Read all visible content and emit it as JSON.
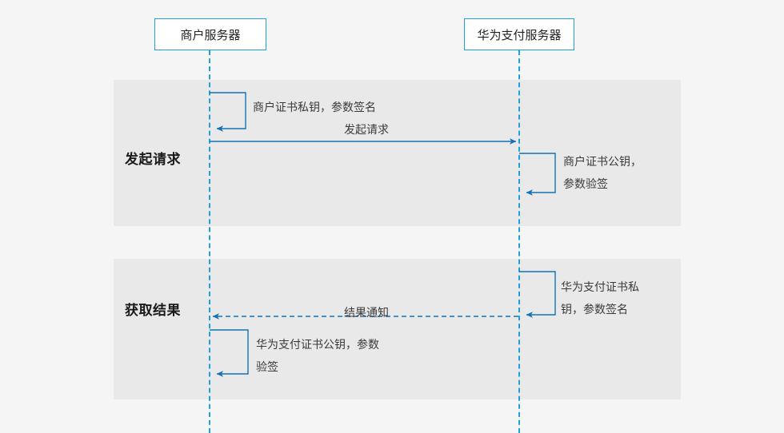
{
  "diagram": {
    "type": "sequence-diagram",
    "colors": {
      "accent": "#1ba1dc",
      "arrow": "#1173b6",
      "band": "#e9e9e9",
      "canvas": "#f5f5f5",
      "text": "#3a3a3a",
      "heading": "#1a1a1a"
    },
    "participants": [
      {
        "id": "merchant",
        "label": "商户服务器"
      },
      {
        "id": "hwpay",
        "label": "华为支付服务器"
      }
    ],
    "sections": [
      {
        "id": "initiate",
        "label": "发起请求"
      },
      {
        "id": "result",
        "label": "获取结果"
      }
    ],
    "messages": [
      {
        "id": "self-sign-merchant",
        "kind": "self-loop",
        "actor": "merchant",
        "style": "solid",
        "label": "商户证书私钥，参数签名"
      },
      {
        "id": "request",
        "kind": "call",
        "from": "merchant",
        "to": "hwpay",
        "style": "solid",
        "label": "发起请求"
      },
      {
        "id": "self-verify-hwpay",
        "kind": "self-loop",
        "actor": "hwpay",
        "style": "solid",
        "label": "商户证书公钥，\n参数验签"
      },
      {
        "id": "self-sign-hwpay",
        "kind": "self-loop",
        "actor": "hwpay",
        "style": "solid",
        "label": "华为支付证书私\n钥，参数签名"
      },
      {
        "id": "notify",
        "kind": "return",
        "from": "hwpay",
        "to": "merchant",
        "style": "dashed",
        "label": "结果通知"
      },
      {
        "id": "self-verify-merchant",
        "kind": "self-loop",
        "actor": "merchant",
        "style": "solid",
        "label": "华为支付证书公钥，参数\n验签"
      }
    ]
  }
}
